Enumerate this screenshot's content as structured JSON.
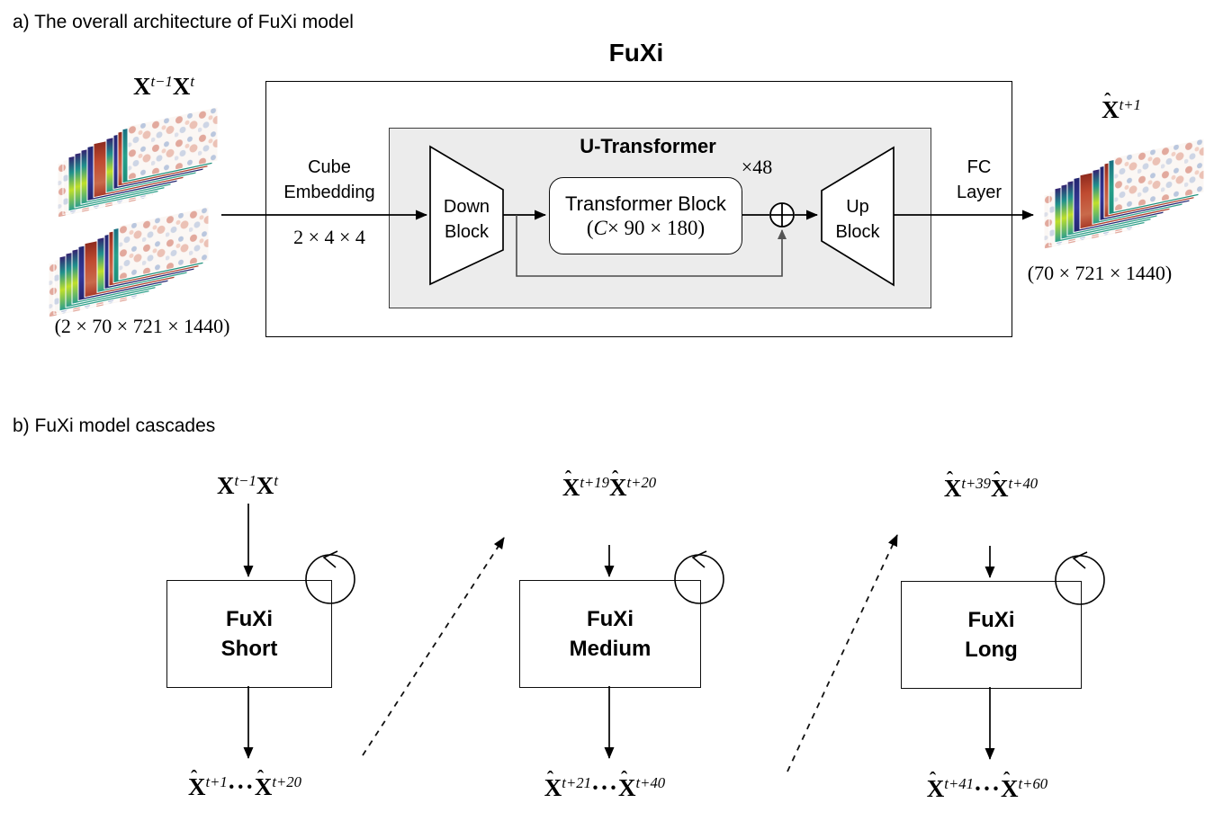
{
  "section_a": {
    "title": "a) The overall architecture of FuXi model",
    "model_title": "FuXi",
    "input": {
      "label_math": [
        {
          "b": "X",
          "s": "t−1"
        },
        {
          "b": "X",
          "s": "t"
        }
      ],
      "dims": "(2 × 70 × 721 × 1440)"
    },
    "cube_embedding": {
      "label": "Cube Embedding",
      "dims": "2 × 4 × 4"
    },
    "u_transformer": {
      "title": "U-Transformer",
      "down_block": "Down Block",
      "transformer_block": {
        "line1": "Transformer Block",
        "dims_math": [
          {
            "txt": "("
          },
          {
            "i": "C"
          },
          {
            "txt": " × 90 × 180)"
          }
        ]
      },
      "repeat_label": "×48",
      "up_block": "Up Block"
    },
    "fc_layer": "FC Layer",
    "output": {
      "label_math": [
        {
          "b": "X",
          "h": true,
          "s": "t+1"
        }
      ],
      "dims": "(70 × 721 × 1440)"
    }
  },
  "section_b": {
    "title": "b) FuXi model cascades",
    "modules": [
      {
        "name": "FuXi\nShort",
        "in_math": [
          {
            "b": "X",
            "s": "t−1"
          },
          {
            "b": "X",
            "s": "t"
          }
        ],
        "out_math": [
          {
            "b": "X",
            "h": true,
            "s": "t+1"
          },
          {
            "d": " ··· "
          },
          {
            "b": "X",
            "h": true,
            "s": "t+20"
          }
        ]
      },
      {
        "name": "FuXi\nMedium",
        "in_math": [
          {
            "b": "X",
            "h": true,
            "s": "t+19"
          },
          {
            "b": "X",
            "h": true,
            "s": "t+20"
          }
        ],
        "out_math": [
          {
            "b": "X",
            "h": true,
            "s": "t+21"
          },
          {
            "d": " ··· "
          },
          {
            "b": "X",
            "h": true,
            "s": "t+40"
          }
        ]
      },
      {
        "name": "FuXi\nLong",
        "in_math": [
          {
            "b": "X",
            "h": true,
            "s": "t+39"
          },
          {
            "b": "X",
            "h": true,
            "s": "t+40"
          }
        ],
        "out_math": [
          {
            "b": "X",
            "h": true,
            "s": "t+41"
          },
          {
            "d": " ··· "
          },
          {
            "b": "X",
            "h": true,
            "s": "t+60"
          }
        ]
      }
    ]
  },
  "colors": {
    "u_transformer_fill": "#ececec",
    "box_border": "#0d0d0d",
    "skip_line": "#4a4a4a",
    "viridis_top": "#342070",
    "viridis_mid": "#20918c",
    "viridis_bright": "#bfdf2a",
    "indigo_slice": "#23266f",
    "red_slice": "#bf4a30",
    "teal_slice": "#27a08a",
    "speckle_red": "#c44a33",
    "speckle_blue": "#5880be"
  },
  "tensor_art": {
    "sheet_w": 100,
    "sheet_h": 60,
    "dy_step": 2.3,
    "dx": [
      0,
      6,
      6,
      7,
      7,
      7,
      7,
      14,
      8,
      5,
      5,
      6
    ],
    "slices": [
      "speckle",
      "speckle",
      "viridis",
      "viridis",
      "viridis",
      "indigo",
      "red",
      "viridis",
      "indigo",
      "red",
      "teal",
      "speckle"
    ]
  }
}
